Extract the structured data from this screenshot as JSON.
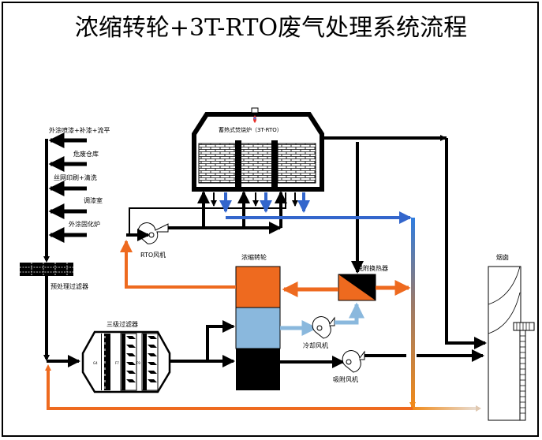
{
  "title": "浓缩转轮+3T-RTO废气处理系统流程",
  "sources": [
    {
      "label": "外涂喷漆+补漆+流平"
    },
    {
      "label": "危废仓库"
    },
    {
      "label": "丝网印刷+清洗"
    },
    {
      "label": "调漆室"
    },
    {
      "label": "外涂固化炉"
    }
  ],
  "equipment": {
    "rto": "蓄热式焚烧炉（3T-RTO）",
    "rto_fan": "RTO风机",
    "pre_filter": "预处理过滤器",
    "three_stage_filter": "三级过滤器",
    "filter_stages": [
      "G4",
      "F7",
      "F9"
    ],
    "rotor": "浓缩转轮",
    "desorption_hx": "脱附换热器",
    "cooling_fan": "冷却风机",
    "adsorption_fan": "吸附风机",
    "chimney": "烟囱"
  },
  "colors": {
    "process_line": "#000000",
    "hot_line": "#ee6a1f",
    "blue_line": "#3366cc",
    "cool_line": "#8ab8dd",
    "rotor_desorption": "#ee6a1f",
    "rotor_cooling": "#8ab8dd",
    "rotor_adsorption": "#000000"
  }
}
